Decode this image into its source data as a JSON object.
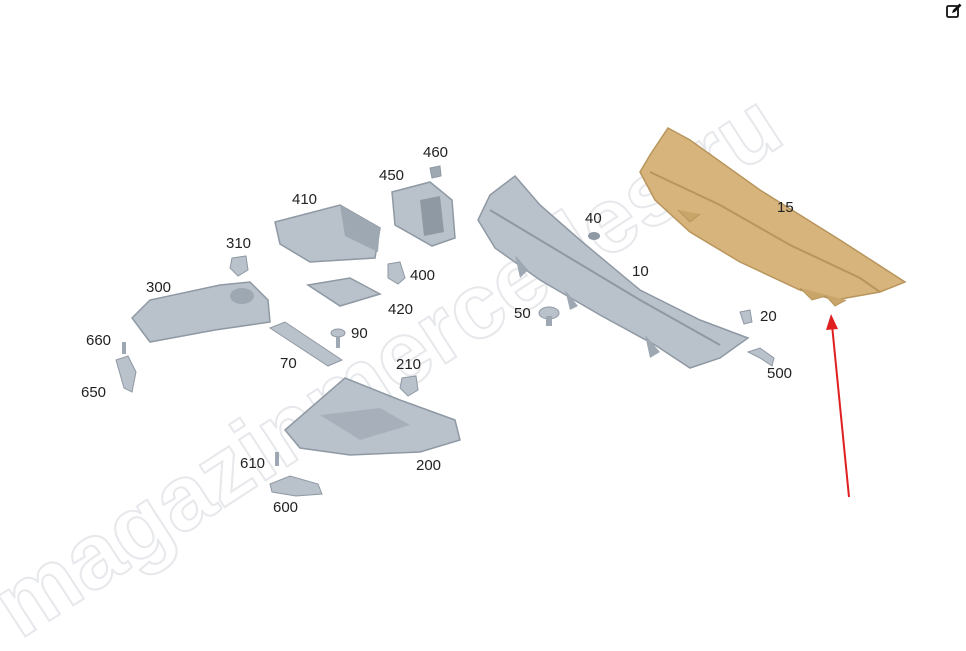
{
  "toolbar": {
    "edit_icon": "edit-icon"
  },
  "watermark": {
    "text": "magazinmercedes.ru"
  },
  "callouts": {
    "c10": "10",
    "c15": "15",
    "c20": "20",
    "c40": "40",
    "c50": "50",
    "c70": "70",
    "c90": "90",
    "c200": "200",
    "c210": "210",
    "c300": "300",
    "c310": "310",
    "c400": "400",
    "c410": "410",
    "c420": "420",
    "c450": "450",
    "c460": "460",
    "c500": "500",
    "c600": "600",
    "c610": "610",
    "c650": "650",
    "c660": "660"
  },
  "colors": {
    "part_fill": "#b9c1ca",
    "part_shade": "#8f99a4",
    "highlight_fill": "#d6b47c",
    "highlight_shade": "#b8955c",
    "arrow": "#e02020"
  }
}
